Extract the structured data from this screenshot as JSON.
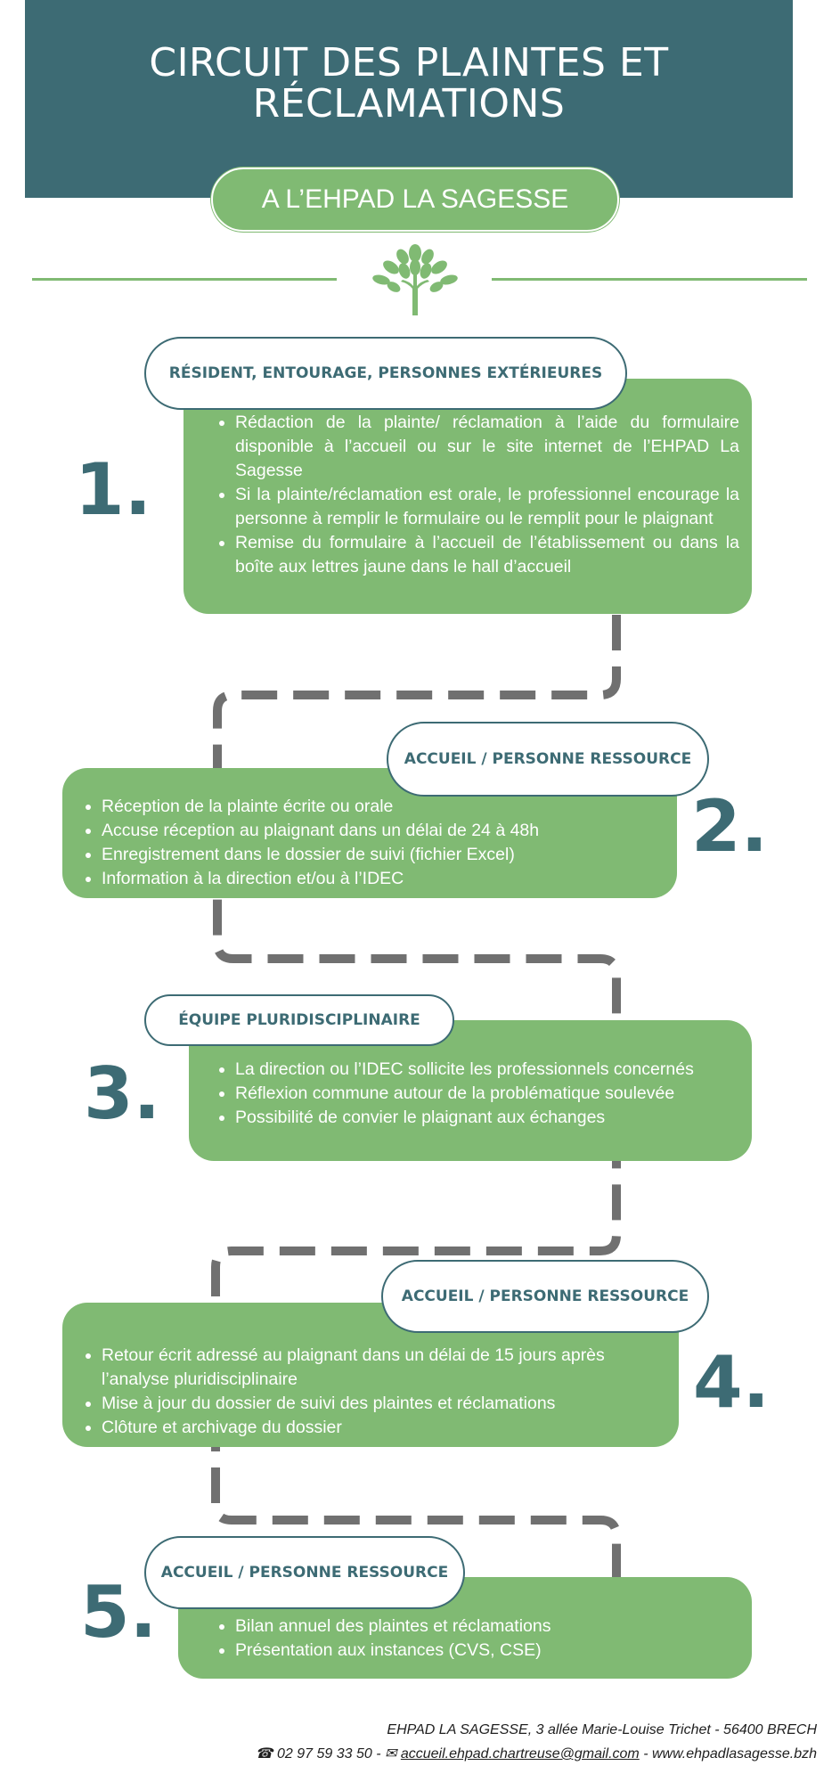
{
  "header": {
    "title_line1": "CIRCUIT DES PLAINTES ET",
    "title_line2": "RÉCLAMATIONS",
    "subtitle": "A L’EHPAD LA SAGESSE"
  },
  "colors": {
    "teal": "#3d6b74",
    "green": "#80ba73",
    "path": "#707070"
  },
  "steps": [
    {
      "number": "1.",
      "actor": "RÉSIDENT, ENTOURAGE, PERSONNES EXTÉRIEURES",
      "items": [
        "Rédaction de la plainte/ réclamation à l’aide du formulaire disponible à l’accueil ou sur le site internet de l’EHPAD La Sagesse",
        "Si la plainte/réclamation est orale, le professionnel encourage la personne à remplir le formulaire ou le remplit pour le plaignant",
        "Remise du formulaire à l’accueil de l’établissement ou dans la boîte aux lettres jaune dans le hall d’accueil"
      ]
    },
    {
      "number": "2.",
      "actor": "ACCUEIL / PERSONNE RESSOURCE",
      "items": [
        "Réception de la plainte écrite ou orale",
        "Accuse réception au plaignant dans un délai de 24 à 48h",
        "Enregistrement dans le dossier de suivi (fichier Excel)",
        "Information à la direction et/ou à l’IDEC"
      ]
    },
    {
      "number": "3.",
      "actor": "ÉQUIPE PLURIDISCIPLINAIRE",
      "items": [
        "La direction ou l’IDEC sollicite les professionnels concernés",
        "Réflexion commune autour de la problématique soulevée",
        "Possibilité de convier le plaignant aux échanges"
      ]
    },
    {
      "number": "4.",
      "actor": "ACCUEIL / PERSONNE RESSOURCE",
      "items": [
        "Retour écrit adressé au plaignant dans un délai de 15 jours après l’analyse pluridisciplinaire",
        "Mise à jour du dossier de suivi des plaintes et réclamations",
        "Clôture et archivage du dossier"
      ]
    },
    {
      "number": "5.",
      "actor": "ACCUEIL / PERSONNE RESSOURCE",
      "items": [
        "Bilan annuel des plaintes et réclamations",
        "Présentation aux instances (CVS, CSE)"
      ]
    }
  ],
  "footer": {
    "address": "EHPAD LA SAGESSE, 3 allée Marie-Louise Trichet - 56400 BRECH",
    "phone_icon": "☎",
    "phone": "02 97 59 33 50",
    "sep1": " - ",
    "mail_icon": "✉",
    "email": "accueil.ehpad.chartreuse@gmail.com",
    "sep2": " - ",
    "website": "www.ehpadlasagesse.bzh"
  }
}
